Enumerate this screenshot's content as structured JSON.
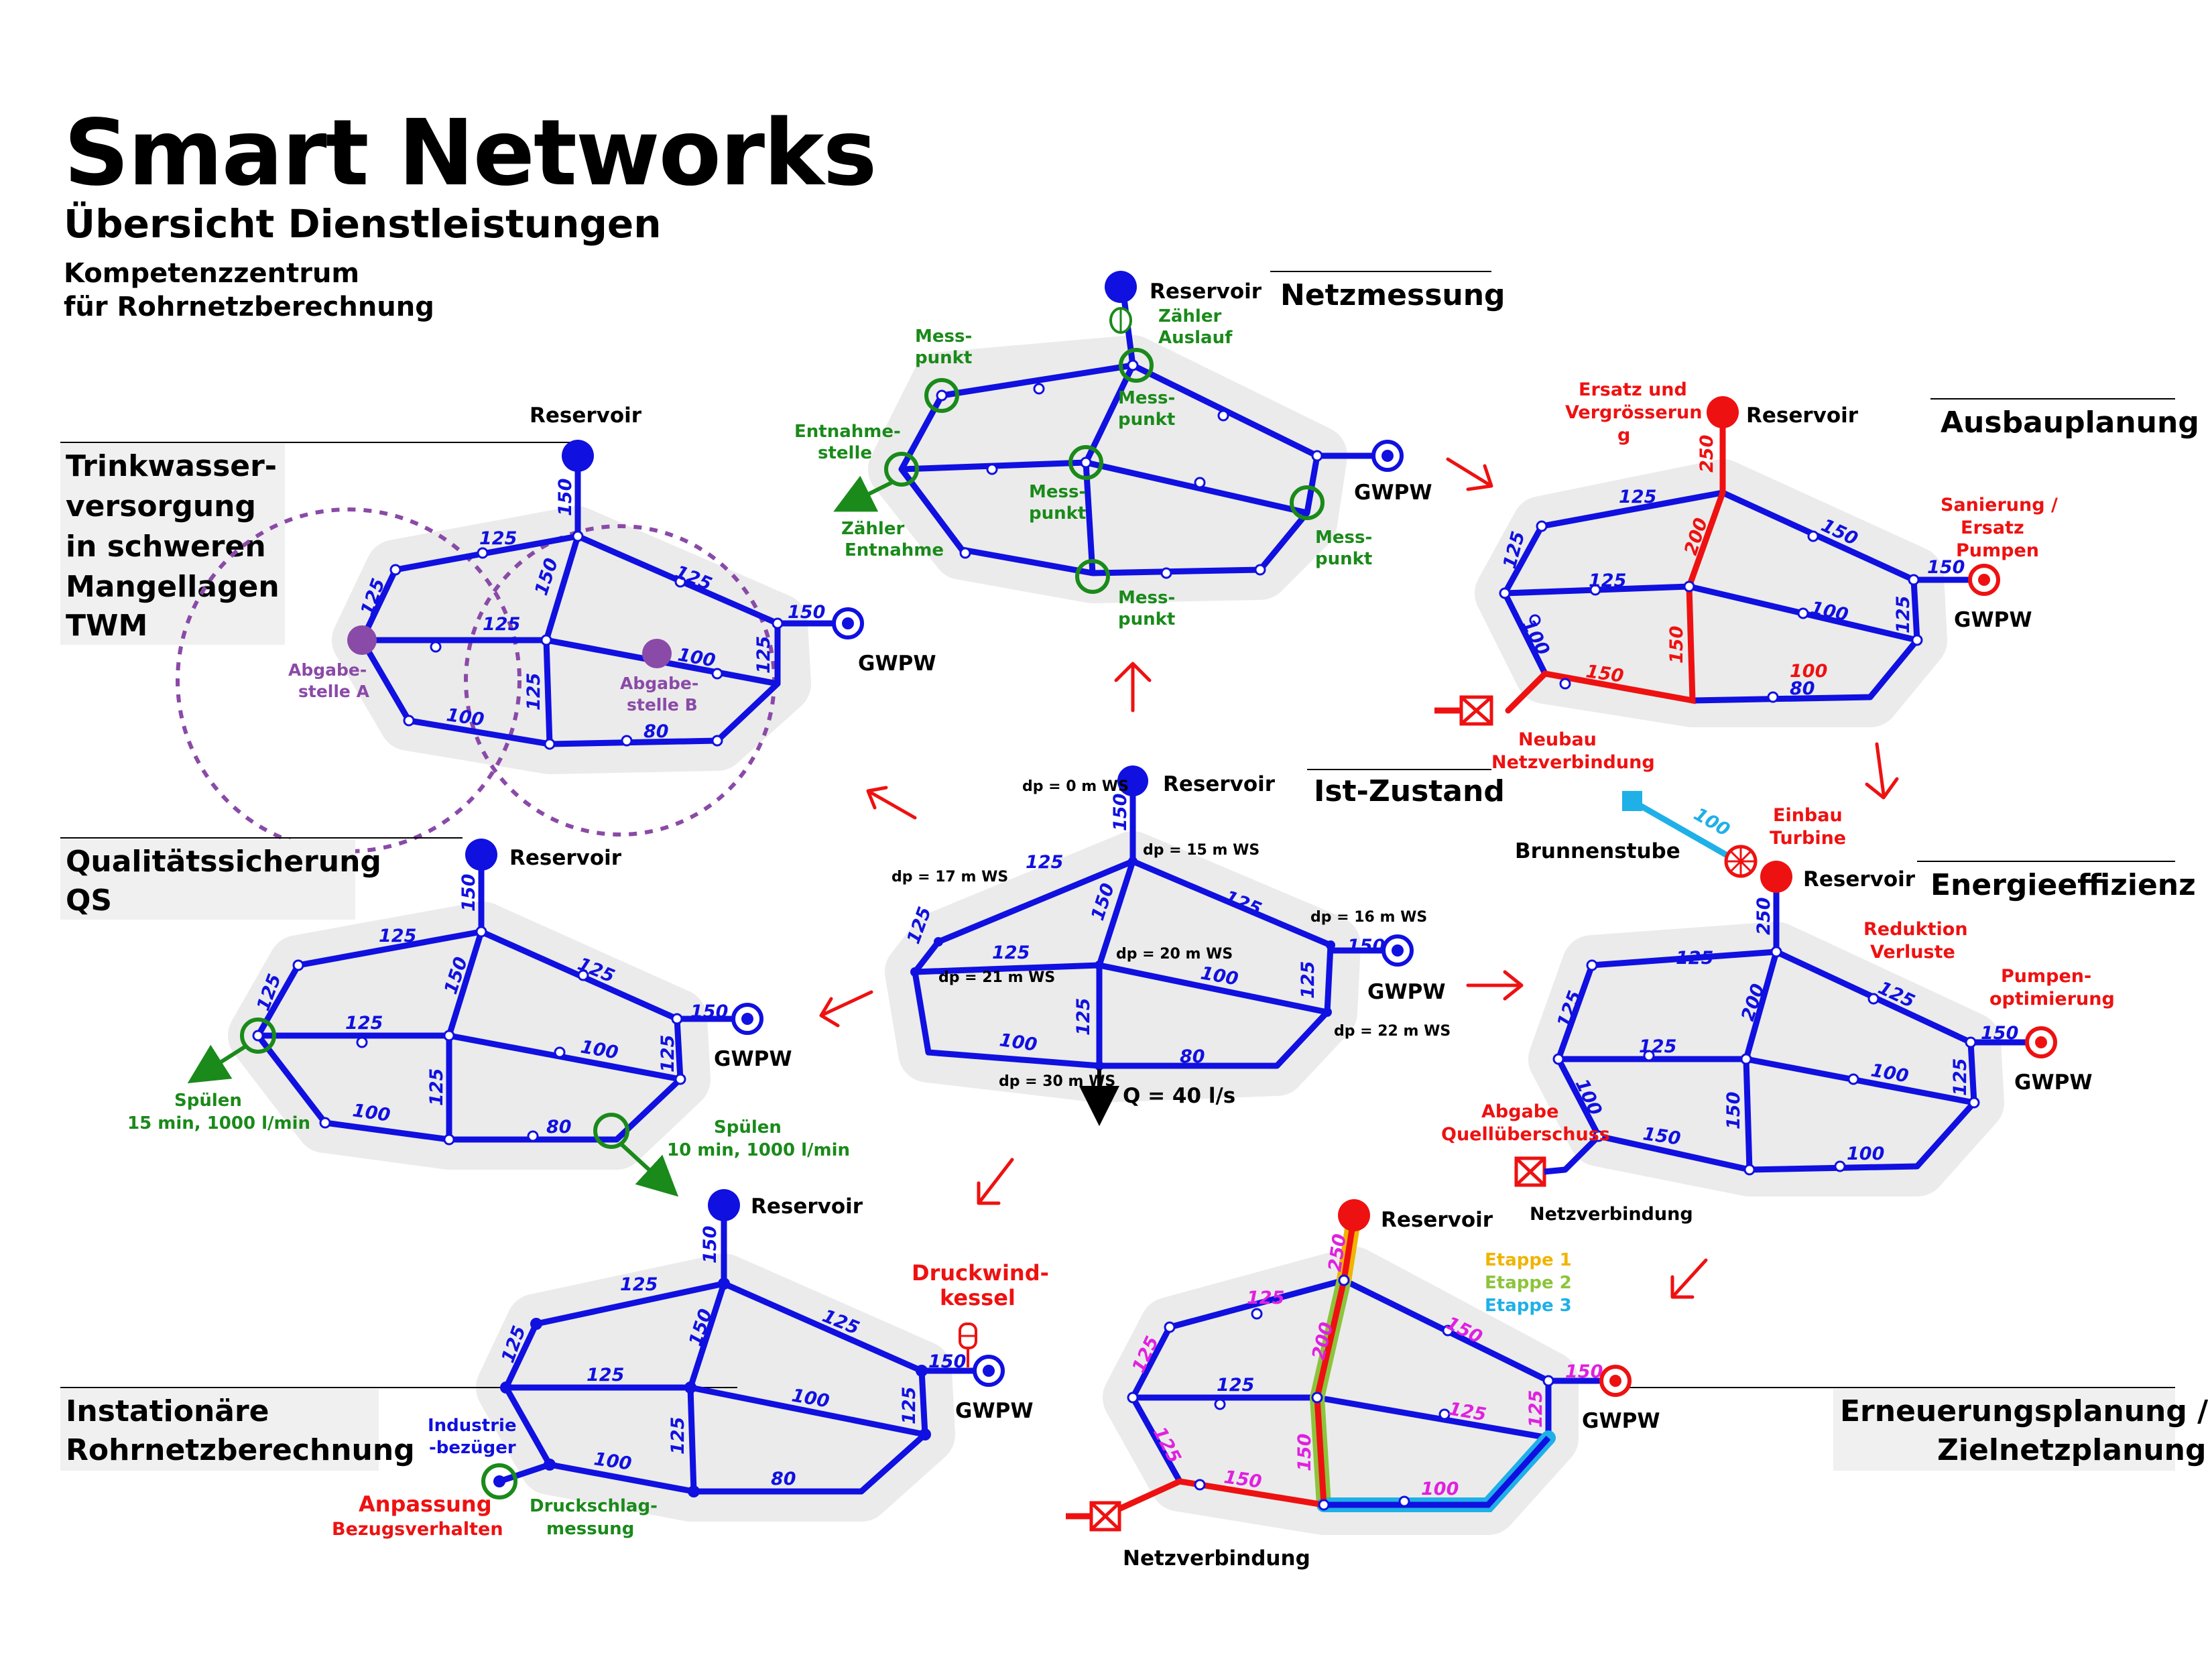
{
  "header": {
    "title": "Smart Networks",
    "subtitle": "Übersicht Dienstleistungen",
    "org_line1": "Kompetenzzentrum",
    "org_line2": "für Rohrnetzberechnung"
  },
  "colors": {
    "pipe": "#1010e0",
    "highlight": "#ee1111",
    "measurement": "#1a8a1a",
    "supply_zone": "#8a4aa8",
    "background_zone": "#ebebeb",
    "stage1": "#f0b400",
    "stage2": "#8cc43c",
    "stage3": "#1fb0e8",
    "pipe_label_new": "#e020e0"
  },
  "center": {
    "title": "Ist-Zustand",
    "reservoir": "Reservoir",
    "gwpw": "GWPW",
    "flow": "Q = 40 l/s",
    "pressures": {
      "p0": "dp = 0 m WS",
      "p1": "dp = 15 m WS",
      "p2": "dp = 17 m WS",
      "p3": "dp = 16 m WS",
      "p4": "dp = 20 m WS",
      "p5": "dp = 21 m WS",
      "p6": "dp = 22 m WS",
      "p7": "dp = 30 m WS"
    },
    "pipes": {
      "a": "150",
      "b": "125",
      "c": "125",
      "d": "125",
      "e": "150",
      "f": "125",
      "g": "100",
      "h": "150",
      "i": "125",
      "j": "125",
      "k": "100",
      "l": "80"
    }
  },
  "netzmessung": {
    "title": "Netzmessung",
    "reservoir": "Reservoir",
    "gwpw": "GWPW",
    "meter_outlet_1": "Zähler",
    "meter_outlet_2": "Auslauf",
    "mp_1": "Mess-",
    "mp_2": "punkt",
    "withdrawal_1": "Entnahme-",
    "withdrawal_2": "stelle",
    "meter_withdrawal_1": "Zähler",
    "meter_withdrawal_2": "Entnahme"
  },
  "ausbauplanung": {
    "title": "Ausbauplanung",
    "reservoir": "Reservoir",
    "gwpw": "GWPW",
    "replace_1": "Ersatz und",
    "replace_2": "Vergrösserun",
    "replace_3": "g",
    "renov_1": "Sanierung /",
    "renov_2": "Ersatz",
    "renov_3": "Pumpen",
    "new_1": "Neubau",
    "new_2": "Netzverbindung",
    "pipes": {
      "a": "250",
      "b": "125",
      "c": "125",
      "d": "150",
      "e": "200",
      "f": "125",
      "g": "100",
      "h": "150",
      "i": "125",
      "j": "100",
      "k": "150",
      "l": "100",
      "m": "80"
    }
  },
  "trinkwasser": {
    "title_1": "Trinkwasser-",
    "title_2": "versorgung",
    "title_3": "in schweren",
    "title_4": "Mangellagen",
    "title_5": "TWM",
    "reservoir": "Reservoir",
    "gwpw": "GWPW",
    "a_1": "Abgabe-",
    "a_2": "stelle A",
    "b_1": "Abgabe-",
    "b_2": "stelle B",
    "pipes": {
      "a": "150",
      "b": "125",
      "c": "125",
      "d": "150",
      "e": "125",
      "f": "125",
      "g": "100",
      "h": "150",
      "i": "125",
      "j": "100",
      "k": "125",
      "l": "80"
    }
  },
  "qs": {
    "title_1": "Qualitätssicherung",
    "title_2": "QS",
    "reservoir": "Reservoir",
    "gwpw": "GWPW",
    "flush1_1": "Spülen",
    "flush1_2": "15 min, 1000 l/min",
    "flush2_1": "Spülen",
    "flush2_2": "10 min, 1000 l/min",
    "pipes": {
      "a": "150",
      "b": "125",
      "c": "125",
      "d": "125",
      "e": "150",
      "f": "125",
      "g": "100",
      "h": "150",
      "i": "125",
      "j": "125",
      "k": "100",
      "l": "80"
    }
  },
  "energie": {
    "title": "Energieeffizienz",
    "reservoir": "Reservoir",
    "gwpw": "GWPW",
    "well": "Brunnenstube",
    "turbine_1": "Einbau",
    "turbine_2": "Turbine",
    "loss_1": "Reduktion",
    "loss_2": "Verluste",
    "pump_1": "Pumpen-",
    "pump_2": "optimierung",
    "surplus_1": "Abgabe",
    "surplus_2": "Quellüberschuss",
    "netz": "Netzverbindung",
    "pipes": {
      "w": "100",
      "a": "250",
      "b": "125",
      "c": "125",
      "d": "125",
      "e": "200",
      "f": "125",
      "g": "100",
      "h": "150",
      "i": "125",
      "j": "100",
      "k": "150",
      "l": "150",
      "m": "100"
    }
  },
  "instationaer": {
    "title_1": "Instationäre",
    "title_2": "Rohrnetzberechnung",
    "reservoir": "Reservoir",
    "gwpw": "GWPW",
    "vessel_1": "Druckwind-",
    "vessel_2": "kessel",
    "ind_1": "Industrie",
    "ind_2": "-bezüger",
    "adapt_1": "Anpassung",
    "adapt_2": "Bezugsverhalten",
    "surge_1": "Druckschlag-",
    "surge_2": "messung",
    "pipes": {
      "a": "150",
      "b": "125",
      "c": "125",
      "d": "125",
      "e": "150",
      "f": "125",
      "g": "100",
      "h": "150",
      "i": "125",
      "j": "125",
      "k": "100",
      "l": "80"
    }
  },
  "erneuerung": {
    "title_1": "Erneuerungsplanung /",
    "title_2": "Zielnetzplanung",
    "reservoir": "Reservoir",
    "gwpw": "GWPW",
    "stage1": "Etappe 1",
    "stage2": "Etappe 2",
    "stage3": "Etappe 3",
    "netz": "Netzverbindung",
    "pipes": {
      "a": "250",
      "b": "125",
      "c": "125",
      "d": "150",
      "e": "200",
      "f": "125",
      "g": "125",
      "h": "150",
      "i": "125",
      "j": "125",
      "k": "150",
      "l": "150",
      "m": "100"
    }
  }
}
